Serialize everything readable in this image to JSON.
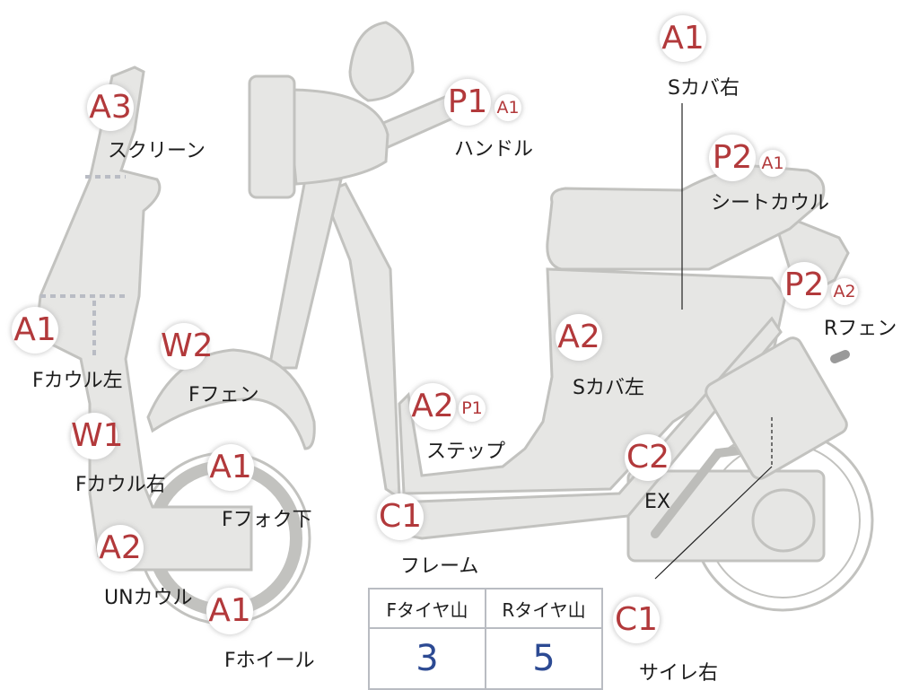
{
  "diagram": {
    "parts": [
      {
        "id": "screen",
        "codes": [
          "A3"
        ],
        "label": "スクリーン"
      },
      {
        "id": "f-cowl-left",
        "codes": [
          "A1"
        ],
        "label": "Fカウル左"
      },
      {
        "id": "f-cowl-right",
        "codes": [
          "W1"
        ],
        "label": "Fカウル右"
      },
      {
        "id": "un-cowl",
        "codes": [
          "A2"
        ],
        "label": "UNカウル"
      },
      {
        "id": "f-fender",
        "codes": [
          "W2"
        ],
        "label": "Fフェン"
      },
      {
        "id": "f-fork-lower",
        "codes": [
          "A1"
        ],
        "label": "Fフォク下"
      },
      {
        "id": "f-wheel",
        "codes": [
          "A1"
        ],
        "label": "Fホイール"
      },
      {
        "id": "handle",
        "codes": [
          "P1",
          "A1"
        ],
        "label": "ハンドル"
      },
      {
        "id": "frame",
        "codes": [
          "C1"
        ],
        "label": "フレーム"
      },
      {
        "id": "step",
        "codes": [
          "A2",
          "P1"
        ],
        "label": "ステップ"
      },
      {
        "id": "s-cover-left",
        "codes": [
          "A2"
        ],
        "label": "Sカバ左"
      },
      {
        "id": "s-cover-right",
        "codes": [
          "A1"
        ],
        "label": "Sカバ右"
      },
      {
        "id": "seat-cowl",
        "codes": [
          "P2",
          "A1"
        ],
        "label": "シートカウル"
      },
      {
        "id": "r-fender",
        "codes": [
          "P2",
          "A2"
        ],
        "label": "Rフェン"
      },
      {
        "id": "exhaust",
        "codes": [
          "C2"
        ],
        "label": "EX"
      },
      {
        "id": "silencer-right",
        "codes": [
          "C1"
        ],
        "label": "サイレ右"
      }
    ]
  },
  "tire_table": {
    "headers": [
      "Fタイヤ山",
      "Rタイヤ山"
    ],
    "values": [
      "3",
      "5"
    ]
  }
}
